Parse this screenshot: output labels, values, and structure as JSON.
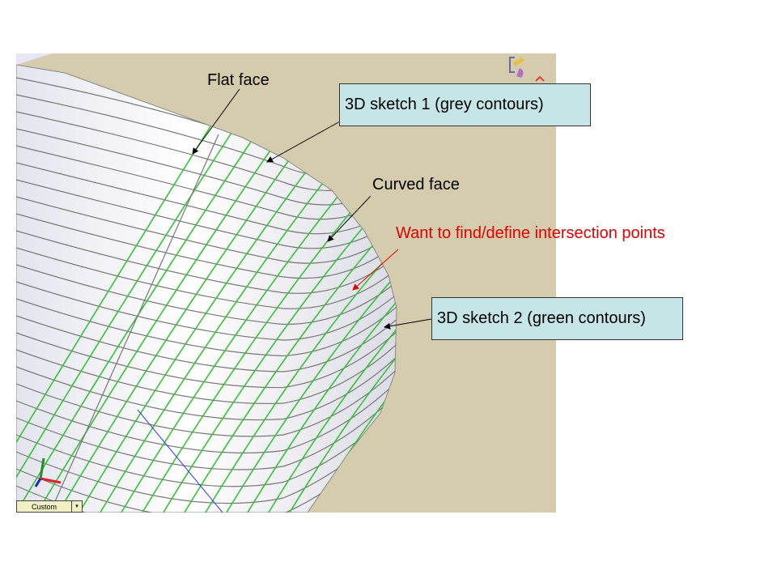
{
  "viewport": {
    "view_dropdown": {
      "selected": "Custom",
      "arrow": "▾"
    },
    "icons": [
      "sketch-pencil-icon",
      "rotate-arrow-icon",
      "close-sketch-icon"
    ]
  },
  "annotations": {
    "flat_face": "Flat face",
    "sketch1": "3D sketch 1 (grey contours)",
    "curved_face": "Curved face",
    "intersection": "Want to find/define intersection points",
    "sketch2": "3D sketch 2 (green contours)"
  },
  "colors": {
    "background": "#d5ccae",
    "callout_box": "#c5e5e7",
    "green_contour": "#33c433",
    "grey_contour": "#777777",
    "red_text": "#e00000"
  }
}
